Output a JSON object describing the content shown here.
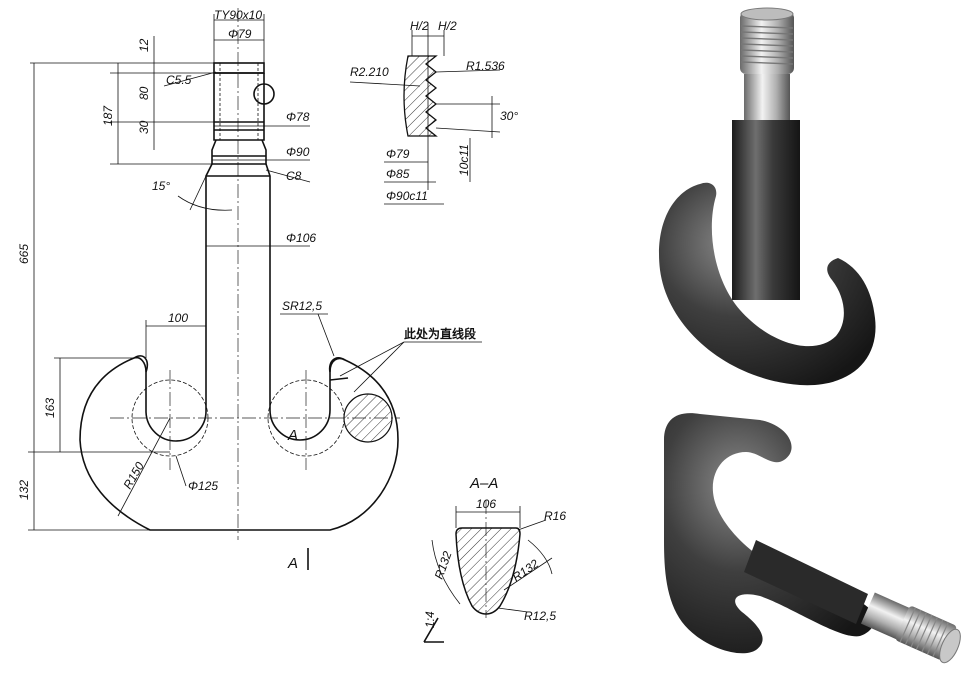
{
  "drawing": {
    "thread_spec": "TY90x10",
    "shank": {
      "d_top": "Φ79",
      "chamfer_top": "C5.5",
      "len_12": "12",
      "len_80": "80",
      "len_30": "30",
      "len_187": "187",
      "d_78": "Φ78",
      "d_90": "Φ90",
      "chamfer_c8": "C8",
      "angle_15": "15°",
      "d_106": "Φ106",
      "total_665": "665"
    },
    "hook": {
      "r_150": "R150",
      "d_125": "Φ125",
      "w_100": "100",
      "h_163": "163",
      "h_132": "132",
      "sr_tip": "SR12,5",
      "note_straight": "此处为直线段",
      "section_mark": "A"
    },
    "thread_detail": {
      "h2_left": "H/2",
      "h2_right": "H/2",
      "r_root": "R2.210",
      "r_crest": "R1.536",
      "angle": "30°",
      "d_79": "Φ79",
      "d_85": "Φ85",
      "d_90c11": "Φ90c11",
      "pitch": "10c11"
    },
    "section_aa": {
      "title": "A–A",
      "top_width": "106",
      "r_16": "R16",
      "r_132_left": "R132",
      "r_132_right": "R132",
      "r_125": "R12,5",
      "taper": "1:4"
    }
  },
  "render_views": {
    "upper": "hook-render-front",
    "lower": "hook-render-back"
  }
}
